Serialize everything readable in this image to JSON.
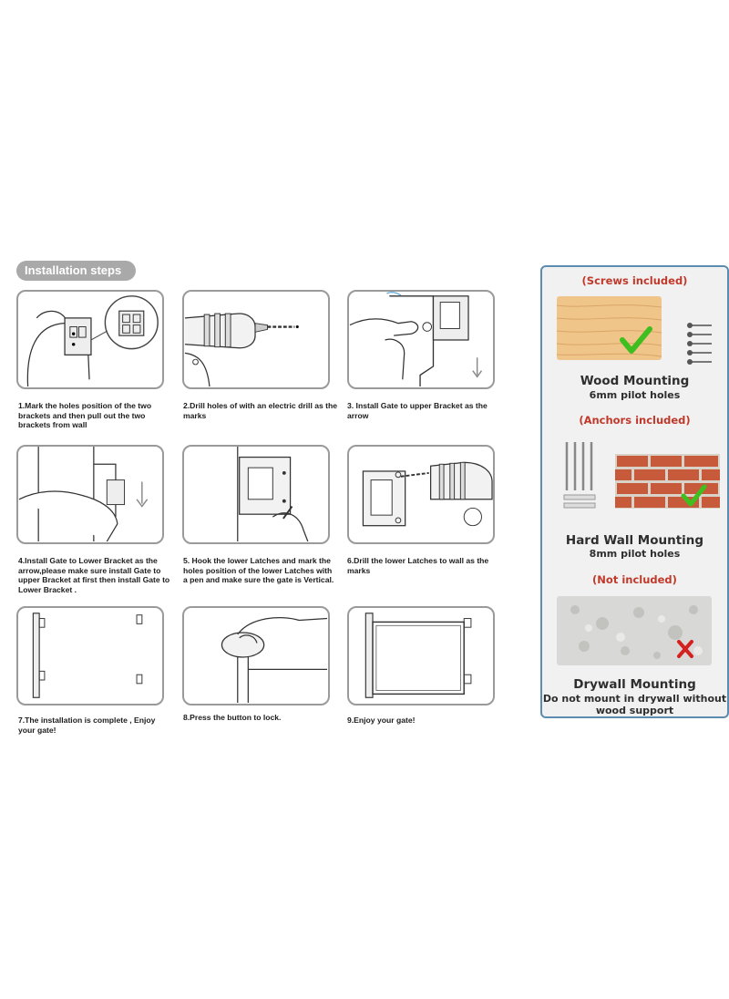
{
  "header": {
    "badge": "Installation steps"
  },
  "steps": [
    {
      "text": "1.Mark the holes position of the two brackets and then pull out the two brackets from wall",
      "icon": "mark-holes-icon"
    },
    {
      "text": "2.Drill holes of with an electric drill as the marks",
      "icon": "drill-icon"
    },
    {
      "text": "3. Install Gate to upper Bracket as the arrow",
      "icon": "upper-bracket-icon"
    },
    {
      "text": "4.Install Gate to Lower Bracket as the arrow,please make sure install Gate to upper Bracket at first then install Gate to Lower Bracket .",
      "icon": "lower-bracket-icon"
    },
    {
      "text": "5. Hook the lower Latches and mark the holes position of the lower Latches with a pen and make sure the gate is Vertical.",
      "icon": "hook-latch-icon"
    },
    {
      "text": "6.Drill the lower Latches to wall as the marks",
      "icon": "drill-latch-icon"
    },
    {
      "text": "7.The installation is complete , Enjoy your gate!",
      "icon": "installed-gate-icon"
    },
    {
      "text": "8.Press the button to lock.",
      "icon": "lock-button-icon"
    },
    {
      "text": "9.Enjoy your gate!",
      "icon": "gate-extended-icon"
    }
  ],
  "mounting": {
    "wood": {
      "note": "(Screws included)",
      "title": "Wood Mounting",
      "sub": "6mm pilot holes",
      "status": "check-icon"
    },
    "hard": {
      "note": "(Anchors included)",
      "title": "Hard Wall Mounting",
      "sub": "8mm pilot holes",
      "status": "check-icon"
    },
    "dry": {
      "note": "(Not included)",
      "title": "Drywall Mounting",
      "sub": "Do not mount in drywall without wood support",
      "status": "cross-icon"
    }
  },
  "colors": {
    "note_red": "#c0392b",
    "panel_border": "#9a9a9a",
    "side_border": "#5b8db0",
    "check_green": "#3fbf1f",
    "cross_red": "#d42020"
  }
}
